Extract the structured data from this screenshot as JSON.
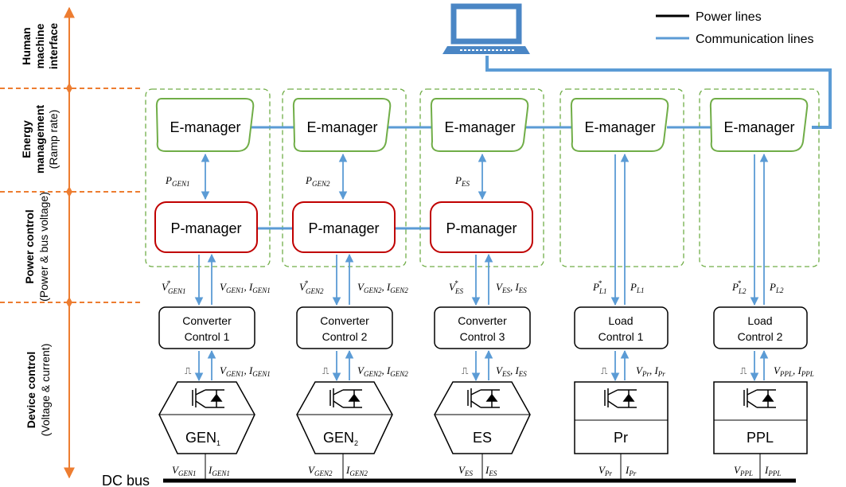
{
  "legend": {
    "power_lines": "Power lines",
    "communication_lines": "Communication lines"
  },
  "layers": [
    {
      "line1": "Human",
      "line2": "machine",
      "line3": "interface",
      "sub": ""
    },
    {
      "line1": "Energy",
      "line2": "management",
      "line3": "",
      "sub": "(Ramp rate)"
    },
    {
      "line1": "Power control",
      "line2": "",
      "line3": "",
      "sub": "(Power & bus voltage)"
    },
    {
      "line1": "Device control",
      "line2": "",
      "line3": "",
      "sub": "(Voltage & current)"
    }
  ],
  "dc_bus": "DC bus",
  "columns": [
    {
      "emanager": "E-manager",
      "pmanager": "P-manager",
      "p_signal": "P",
      "p_signal_sub": "GEN1",
      "ctrl_line1": "Converter",
      "ctrl_line2": "Control 1",
      "ref_main": "V",
      "ref_sub": "GEN1",
      "fb": "V<GEN1>, I<GEN1>",
      "fb_v_sub": "GEN1",
      "fb_i_sub": "GEN1",
      "device": "GEN",
      "device_sub": "1",
      "bus_v_sub": "GEN1",
      "bus_i_sub": "GEN1"
    },
    {
      "emanager": "E-manager",
      "pmanager": "P-manager",
      "p_signal": "P",
      "p_signal_sub": "GEN2",
      "ctrl_line1": "Converter",
      "ctrl_line2": "Control 2",
      "ref_main": "V",
      "ref_sub": "GEN2",
      "fb_v_sub": "GEN2",
      "fb_i_sub": "GEN2",
      "device": "GEN",
      "device_sub": "2",
      "bus_v_sub": "GEN2",
      "bus_i_sub": "GEN2"
    },
    {
      "emanager": "E-manager",
      "pmanager": "P-manager",
      "p_signal": "P",
      "p_signal_sub": "ES",
      "ctrl_line1": "Converter",
      "ctrl_line2": "Control 3",
      "ref_main": "V",
      "ref_sub": "ES",
      "fb_v_sub": "ES",
      "fb_i_sub": "ES",
      "device": "ES",
      "device_sub": "",
      "bus_v_sub": "ES",
      "bus_i_sub": "ES"
    },
    {
      "emanager": "E-manager",
      "ctrl_line1": "Load",
      "ctrl_line2": "Control 1",
      "ref_main": "P",
      "ref_sub": "L1",
      "ref2_main": "P",
      "ref2_sub": "L1",
      "fb_v_sub": "Pr",
      "fb_i_sub": "Pr",
      "device": "Pr",
      "device_sub": "",
      "bus_v_sub": "Pr",
      "bus_i_sub": "Pr"
    },
    {
      "emanager": "E-manager",
      "ctrl_line1": "Load",
      "ctrl_line2": "Control 2",
      "ref_main": "P",
      "ref_sub": "L2",
      "ref2_main": "P",
      "ref2_sub": "L2",
      "fb_v_sub": "PPL",
      "fb_i_sub": "PPL",
      "device": "PPL",
      "device_sub": "",
      "bus_v_sub": "PPL",
      "bus_i_sub": "PPL"
    }
  ],
  "colors": {
    "comm": "#5b9bd5",
    "emanager_border": "#70ad47",
    "pmanager_border": "#c00000",
    "layer_arrow": "#ed7d31",
    "computer": "#4a86c5"
  }
}
